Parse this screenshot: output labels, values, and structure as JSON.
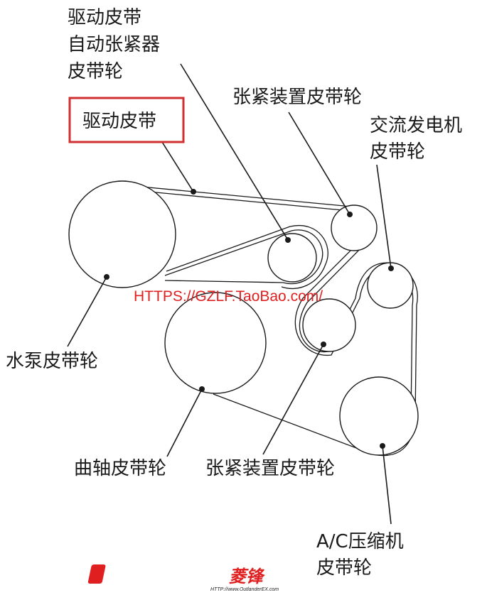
{
  "labels": {
    "drive_belt_tensioner_pulley": [
      "驱动皮带",
      "自动张紧器",
      "皮带轮"
    ],
    "drive_belt": "驱动皮带",
    "tensioner_pulley_upper": "张紧装置皮带轮",
    "alternator_pulley": [
      "交流发电机",
      "皮带轮"
    ],
    "water_pump_pulley": "水泵皮带轮",
    "crankshaft_pulley": "曲轴皮带轮",
    "tensioner_pulley_lower": "张紧装置皮带轮",
    "ac_compressor_pulley": [
      "A/C压缩机",
      "皮带轮"
    ]
  },
  "watermark": "HTTPS://GZLF.TaoBao.com/",
  "logo": {
    "text": "菱锋",
    "url": "HTTP://www.OutlanderEX.com"
  },
  "colors": {
    "line": "#1a1a1a",
    "highlight_box": "#d03030",
    "watermark": "#e02020"
  }
}
